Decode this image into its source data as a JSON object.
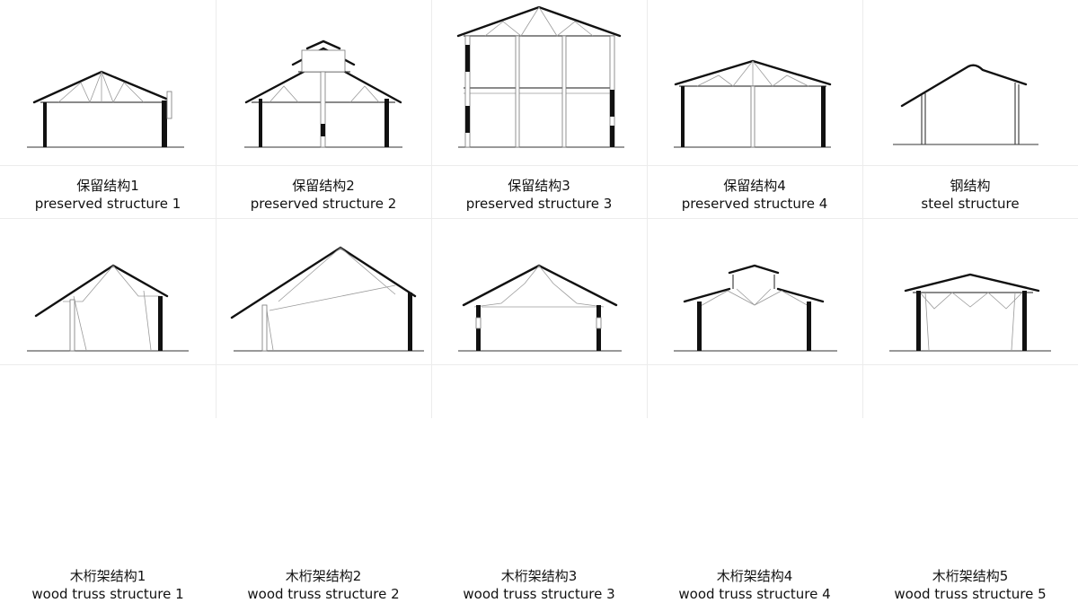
{
  "row1": [
    {
      "cn": "保留结构1",
      "en": "preserved structure 1"
    },
    {
      "cn": "保留结构2",
      "en": "preserved structure 2"
    },
    {
      "cn": "保留结构3",
      "en": "preserved structure 3"
    },
    {
      "cn": "保留结构4",
      "en": "preserved structure 4"
    },
    {
      "cn": "钢结构",
      "en": "steel structure"
    }
  ],
  "row2": [
    {
      "cn": "木桁架结构1",
      "en": "wood truss structure 1"
    },
    {
      "cn": "木桁架结构2",
      "en": "wood truss structure 2"
    },
    {
      "cn": "木桁架结构3",
      "en": "wood truss structure 3"
    },
    {
      "cn": "木桁架结构4",
      "en": "wood truss structure 4"
    },
    {
      "cn": "木桁架结构5",
      "en": "wood truss structure 5"
    }
  ]
}
